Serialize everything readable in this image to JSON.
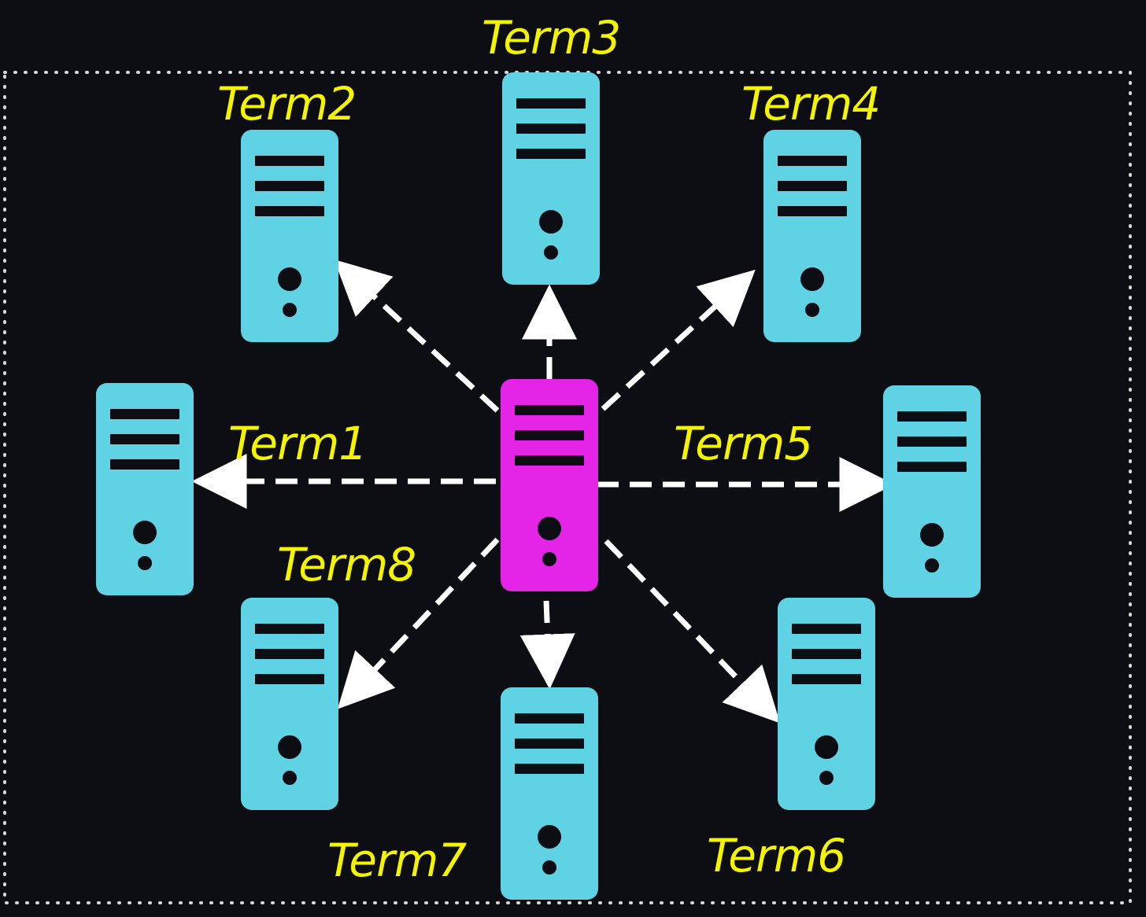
{
  "diagram": {
    "colors": {
      "background": "#0c0e14",
      "terminal": "#5fd3e4",
      "hub": "#e424e6",
      "label": "#f4f400",
      "arrow": "#ffffff",
      "border": "#d8d8d8",
      "cutout": "#0c0e14"
    },
    "hub": {
      "name": "central-server",
      "icon": "server-tower-icon"
    },
    "terminals": [
      {
        "id": "term1",
        "label": "Term1",
        "icon": "server-tower-icon"
      },
      {
        "id": "term2",
        "label": "Term2",
        "icon": "server-tower-icon"
      },
      {
        "id": "term3",
        "label": "Term3",
        "icon": "server-tower-icon"
      },
      {
        "id": "term4",
        "label": "Term4",
        "icon": "server-tower-icon"
      },
      {
        "id": "term5",
        "label": "Term5",
        "icon": "server-tower-icon"
      },
      {
        "id": "term6",
        "label": "Term6",
        "icon": "server-tower-icon"
      },
      {
        "id": "term7",
        "label": "Term7",
        "icon": "server-tower-icon"
      },
      {
        "id": "term8",
        "label": "Term8",
        "icon": "server-tower-icon"
      }
    ],
    "connections": [
      {
        "from": "central-server",
        "to": "term1",
        "style": "dashed-arrow"
      },
      {
        "from": "central-server",
        "to": "term2",
        "style": "dashed-arrow"
      },
      {
        "from": "central-server",
        "to": "term3",
        "style": "dashed-arrow"
      },
      {
        "from": "central-server",
        "to": "term4",
        "style": "dashed-arrow"
      },
      {
        "from": "central-server",
        "to": "term5",
        "style": "dashed-arrow"
      },
      {
        "from": "central-server",
        "to": "term6",
        "style": "dashed-arrow"
      },
      {
        "from": "central-server",
        "to": "term7",
        "style": "dashed-arrow"
      },
      {
        "from": "central-server",
        "to": "term8",
        "style": "dashed-arrow"
      }
    ]
  }
}
